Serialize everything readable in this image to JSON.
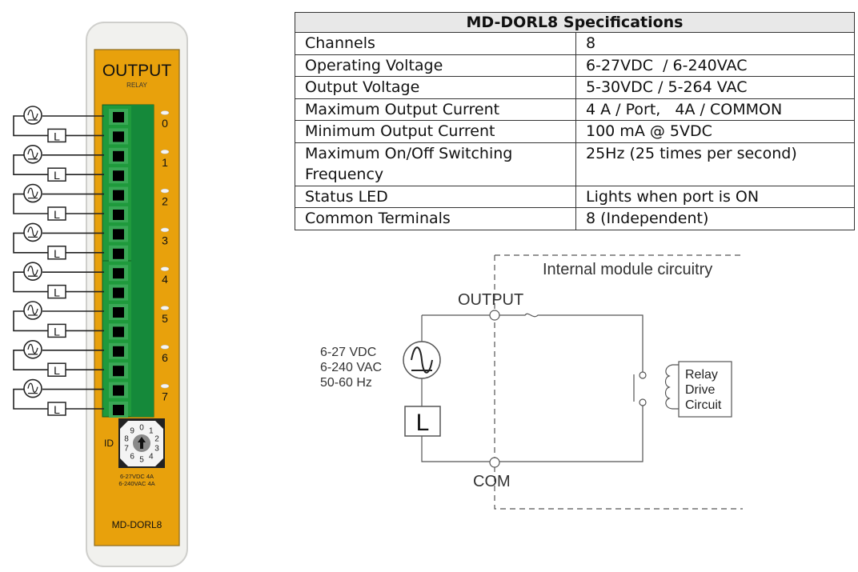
{
  "module": {
    "title": "OUTPUT",
    "subtitle": "RELAY",
    "id_label": "ID",
    "dial_digits": [
      "0",
      "1",
      "2",
      "3",
      "4",
      "5",
      "6",
      "7",
      "8",
      "9"
    ],
    "rating_line1": "6-27VDC 4A",
    "rating_line2": "6-240VAC 4A",
    "model": "MD-DORL8",
    "channels": [
      "0",
      "1",
      "2",
      "3",
      "4",
      "5",
      "6",
      "7"
    ],
    "load_label": "L",
    "colors": {
      "body": "#e8a10c",
      "terminal": "#1f9a3c",
      "shell": "#f1f1ee"
    }
  },
  "specs": {
    "title": "MD-DORL8 Specifications",
    "rows": [
      {
        "label": "Channels",
        "value": "8"
      },
      {
        "label": "Operating Voltage",
        "value": "6-27VDC  / 6-240VAC"
      },
      {
        "label": "Output Voltage",
        "value": "5-30VDC / 5-264 VAC"
      },
      {
        "label": "Maximum Output Current",
        "value": "4 A / Port,   4A / COMMON"
      },
      {
        "label": "Minimum Output Current",
        "value": "100 mA @ 5VDC"
      },
      {
        "label": "Maximum On/Off Switching Frequency",
        "value": "25Hz (25 times per second)"
      },
      {
        "label": "Status LED",
        "value": "Lights when port is ON"
      },
      {
        "label": "Common Terminals",
        "value": "8 (Independent)"
      }
    ]
  },
  "circuit": {
    "internal_label": "Internal module circuitry",
    "output_label": "OUTPUT",
    "com_label": "COM",
    "source_line1": "6-27 VDC",
    "source_line2": "6-240 VAC",
    "source_line3": "50-60 Hz",
    "load_label": "L",
    "relay_line1": "Relay",
    "relay_line2": "Drive",
    "relay_line3": "Circuit"
  }
}
